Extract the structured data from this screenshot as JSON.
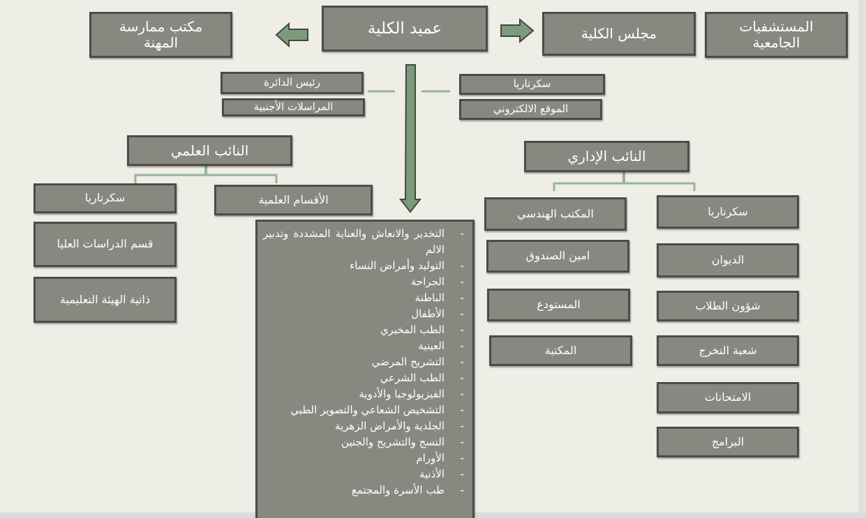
{
  "top": {
    "dean": "عميد الكلية",
    "faculty_council": "مجلس الكلية",
    "university_hospitals": [
      "المستشفيات",
      "الجامعية"
    ],
    "professional_practice_office": [
      "مكتب ممارسة",
      "المهنة"
    ]
  },
  "dean_staff": {
    "head_of_department": "رئيس الدائرة",
    "foreign_correspondence": "المراسلات الأجنبية",
    "secretariat": "سكرتاريا",
    "website": "الموقع الالكتروني"
  },
  "scientific": {
    "title": "النائب العلمي",
    "secretariat": "سكرتاريا",
    "scientific_departments": "الأقسام العلمية",
    "graduate_studies": "قسم الدراسات العليا",
    "faculty_self": "ذاتية الهيئة التعليمية"
  },
  "administrative": {
    "title": "النائب الإداري",
    "engineering_office": "المكتب الهندسي",
    "treasurer": "امين الصندوق",
    "warehouse": "المستودع",
    "library": "المكتبة",
    "secretariat": "سكرتاريا",
    "diwan": "الديوان",
    "student_affairs": "شؤون الطلاب",
    "graduation": "شعبة التخرج",
    "exams": "الامتحانات",
    "programs": "البرامج"
  },
  "departments": [
    "التخدير والانعاش والعناية المشددة وتدبير الالم",
    "التوليد وأمراض النساء",
    "الجراحة",
    "الباطنة",
    "الأطفال",
    "الطب المخبري",
    "العينية",
    "التشريح المرضي",
    "الطب الشرعي",
    "الفيزيولوجيا والأدوية",
    "التشخيص الشعاعي والتصوير الطبي",
    "الجلدية والأمراض الزهرية",
    "النسج والتشريح والجنين",
    "الأورام",
    "الأذنية",
    "طب الأسرة والمجتمع"
  ],
  "colors": {
    "box_fill": "#878880",
    "box_border": "#4b4c47",
    "connector": "#97b497",
    "arrow_fill": "#7e9a7d",
    "background": "#eeede6"
  }
}
